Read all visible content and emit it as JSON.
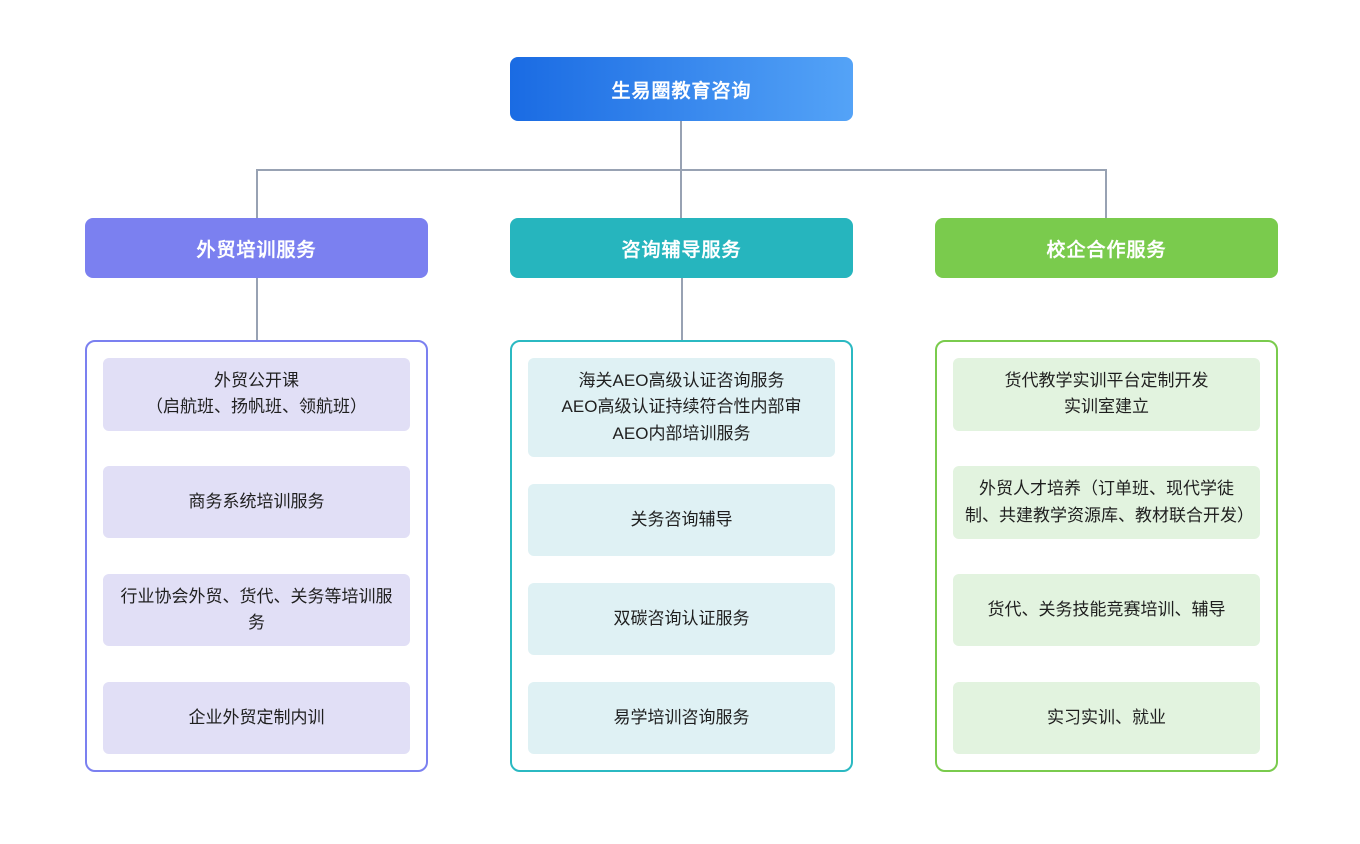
{
  "root": {
    "label": "生易圈教育咨询",
    "gradient_left": "#1A6BE3",
    "gradient_right": "#54A3F7"
  },
  "connector_color": "#98A2B3",
  "branches": [
    {
      "label": "外贸培训服务",
      "header_color": "#7B80F0",
      "border_color": "#7B80F0",
      "item_bg": "#E1DFF6",
      "items": [
        {
          "text": "外贸公开课\n（启航班、扬帆班、领航班）"
        },
        {
          "text": "商务系统培训服务"
        },
        {
          "text": "行业协会外贸、货代、关务等培训服务"
        },
        {
          "text": "企业外贸定制内训"
        }
      ]
    },
    {
      "label": "咨询辅导服务",
      "header_color": "#26B5BE",
      "border_color": "#2BB9C2",
      "item_bg": "#DFF1F4",
      "items": [
        {
          "text": "海关AEO高级认证咨询服务\nAEO高级认证持续符合性内部审\nAEO内部培训服务"
        },
        {
          "text": "关务咨询辅导"
        },
        {
          "text": "双碳咨询认证服务"
        },
        {
          "text": "易学培训咨询服务"
        }
      ]
    },
    {
      "label": "校企合作服务",
      "header_color": "#7ACB4D",
      "border_color": "#7ACB4D",
      "item_bg": "#E2F3DF",
      "items": [
        {
          "text": "货代教学实训平台定制开发\n实训室建立"
        },
        {
          "text": "外贸人才培养（订单班、现代学徒制、共建教学资源库、教材联合开发）"
        },
        {
          "text": "货代、关务技能竞赛培训、辅导"
        },
        {
          "text": "实习实训、就业"
        }
      ]
    }
  ]
}
